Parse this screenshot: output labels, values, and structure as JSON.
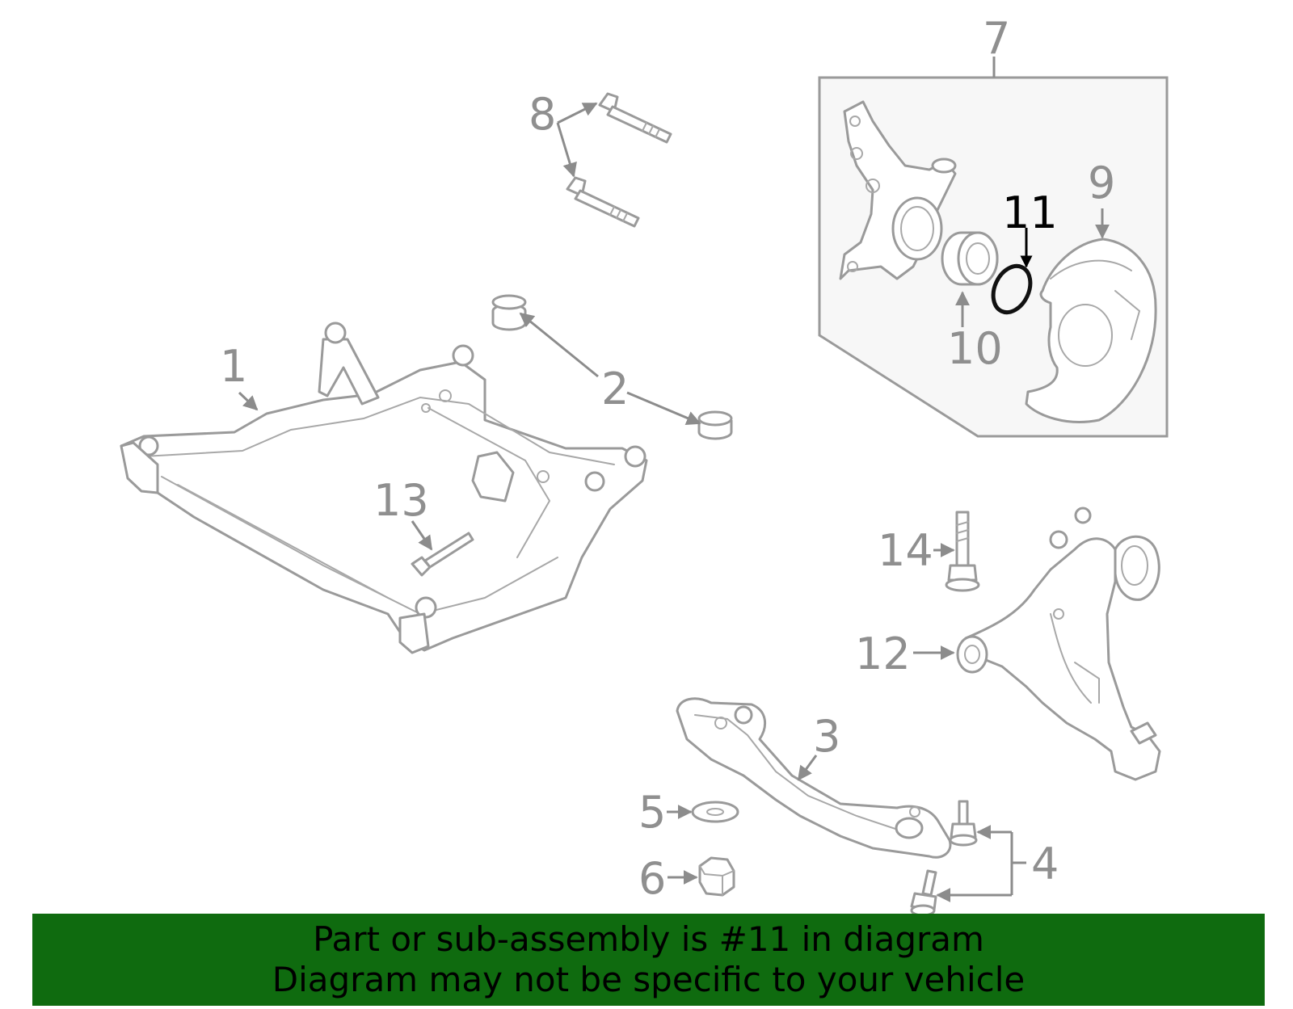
{
  "diagram": {
    "callouts": [
      {
        "id": "1",
        "label": "1"
      },
      {
        "id": "2",
        "label": "2"
      },
      {
        "id": "3",
        "label": "3"
      },
      {
        "id": "4",
        "label": "4"
      },
      {
        "id": "5",
        "label": "5"
      },
      {
        "id": "6",
        "label": "6"
      },
      {
        "id": "7",
        "label": "7"
      },
      {
        "id": "8",
        "label": "8"
      },
      {
        "id": "9",
        "label": "9"
      },
      {
        "id": "10",
        "label": "10"
      },
      {
        "id": "11",
        "label": "11"
      },
      {
        "id": "12",
        "label": "12"
      },
      {
        "id": "13",
        "label": "13"
      },
      {
        "id": "14",
        "label": "14"
      }
    ],
    "highlighted_callout": "11",
    "colors": {
      "part_stroke": "#9a9a9a",
      "callout_text": "#8f8f8f",
      "highlight": "#000000",
      "banner_bg": "#0f6b0f"
    }
  },
  "banner": {
    "line1": "Part or sub-assembly is #11 in diagram",
    "line2": "Diagram may not be specific to your vehicle"
  }
}
